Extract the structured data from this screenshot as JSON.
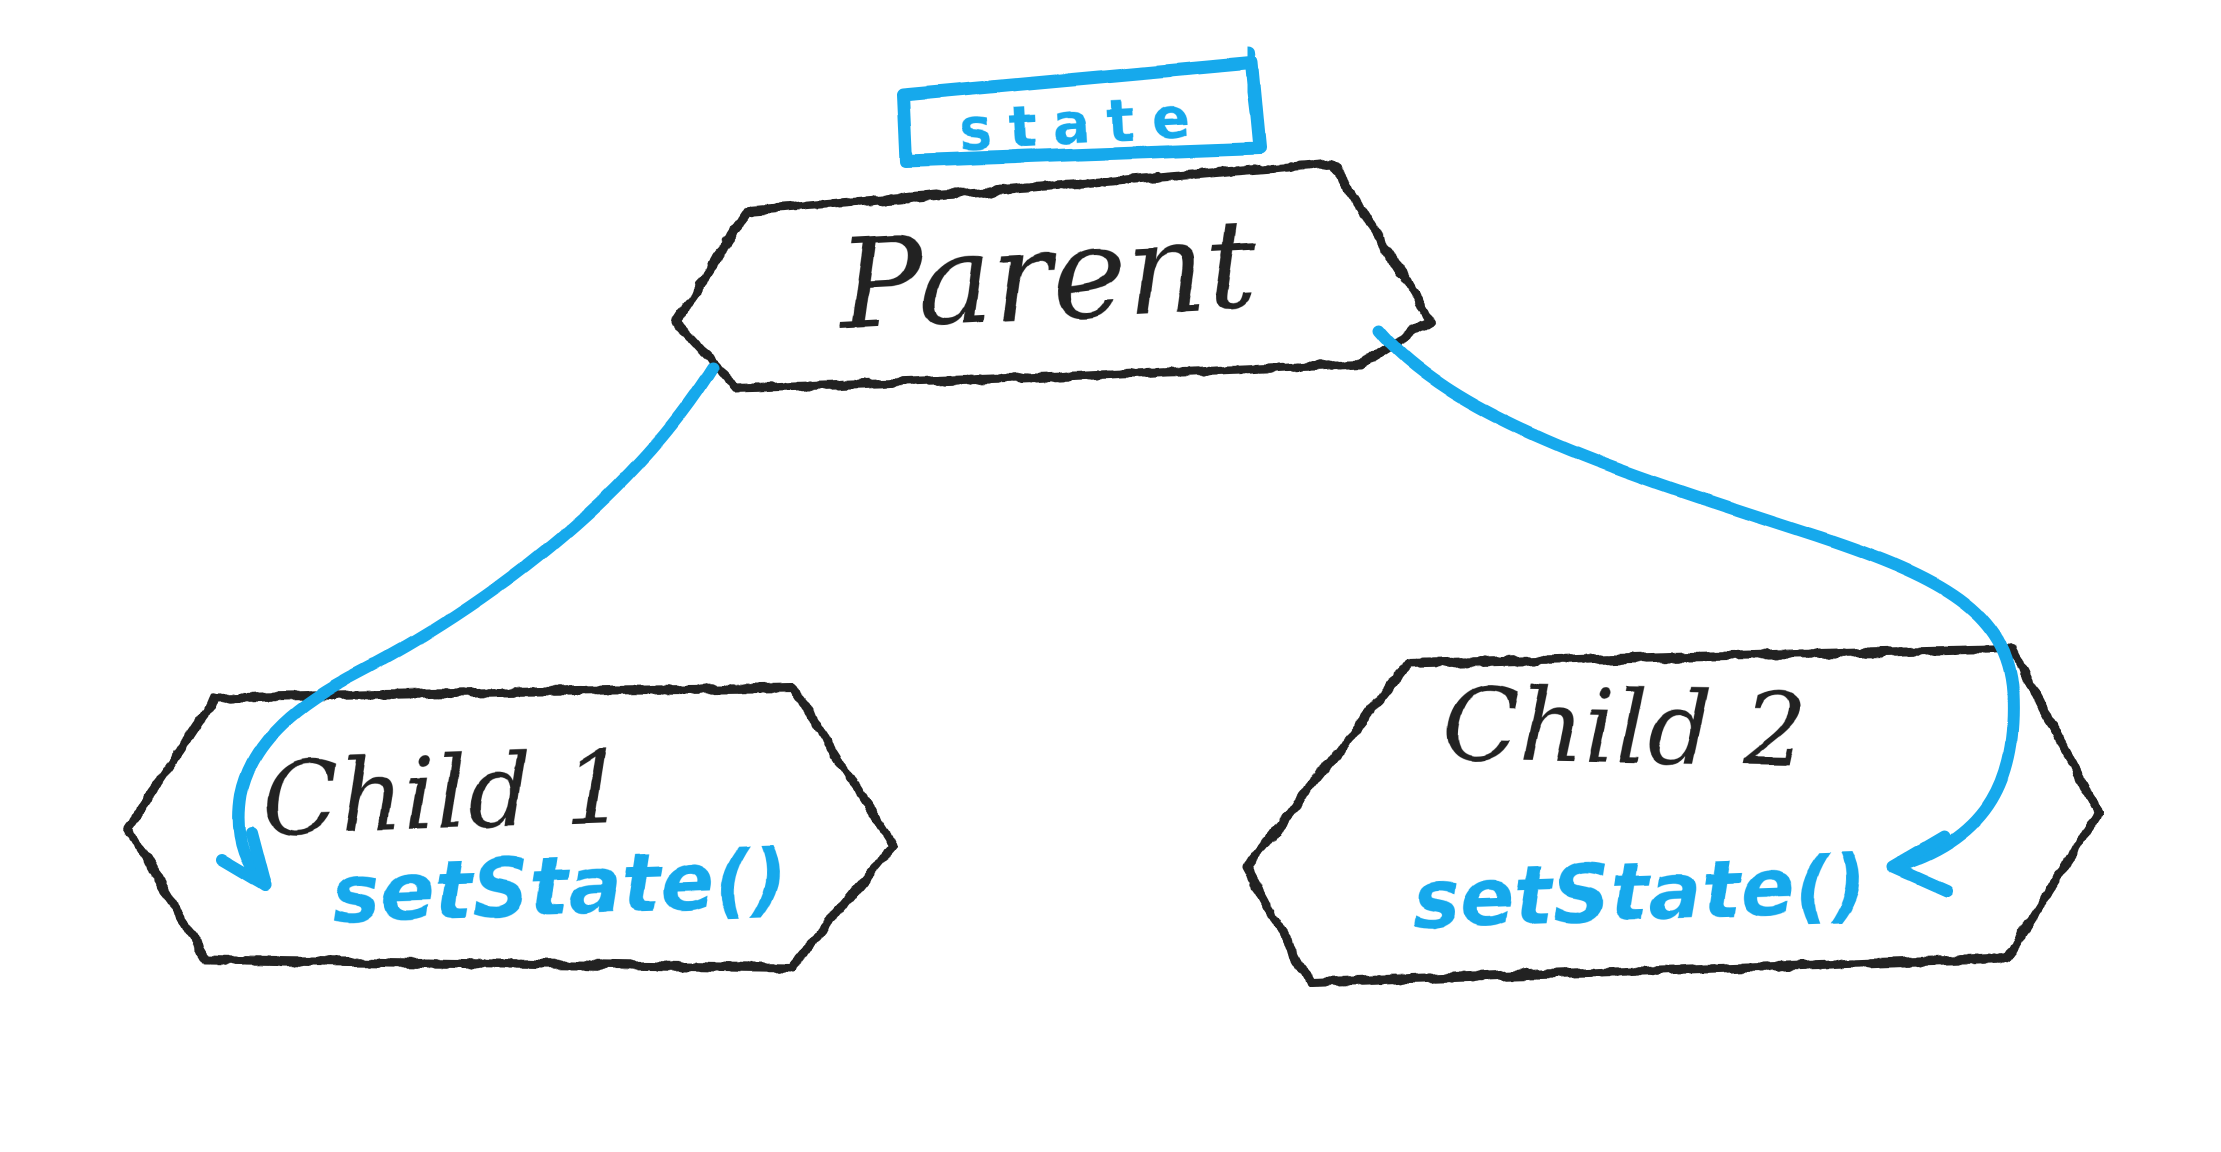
{
  "colors": {
    "background": "#ffffff",
    "ink": "#212121",
    "accent_blue": "#15a9ec"
  },
  "diagram": {
    "state_badge": "state",
    "parent": {
      "label": "Parent"
    },
    "children": [
      {
        "label": "Child 1",
        "method": "setState()"
      },
      {
        "label": "Child 2",
        "method": "setState()"
      }
    ]
  }
}
